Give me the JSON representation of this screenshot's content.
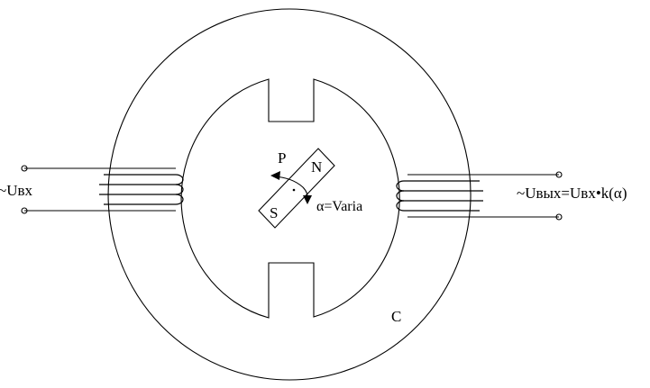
{
  "labels": {
    "input_voltage": "~Uвх",
    "output_voltage": "~Uвых=Uвх•k(α)",
    "pole_north": "N",
    "pole_south": "S",
    "rotor_p": "P",
    "angle": "α=Varia",
    "core": "C"
  },
  "colors": {
    "line": "#000000",
    "background": "#ffffff"
  }
}
